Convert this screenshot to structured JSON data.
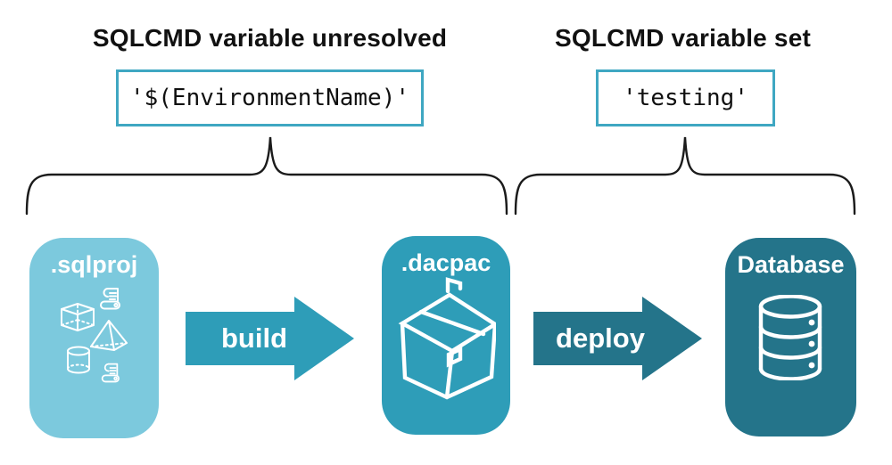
{
  "colors": {
    "sqlproj_card": "#7CC9DD",
    "dacpac_card": "#2E9DB8",
    "database_card": "#24748A",
    "build_arrow": "#2E9DB8",
    "deploy_arrow": "#24748A",
    "value_box_border": "#3FA7C2",
    "text": "#111111",
    "background": "#FFFFFF"
  },
  "callouts": {
    "left": {
      "title": "SQLCMD variable unresolved",
      "value": "'$(EnvironmentName)'"
    },
    "right": {
      "title": "SQLCMD variable set",
      "value": "'testing'"
    }
  },
  "pipeline": {
    "stages": [
      {
        "label": ".sqlproj",
        "icon": "sql-objects-icon"
      },
      {
        "label": ".dacpac",
        "icon": "package-icon"
      },
      {
        "label": "Database",
        "icon": "database-icon"
      }
    ],
    "arrows": [
      {
        "label": "build"
      },
      {
        "label": "deploy"
      }
    ]
  }
}
